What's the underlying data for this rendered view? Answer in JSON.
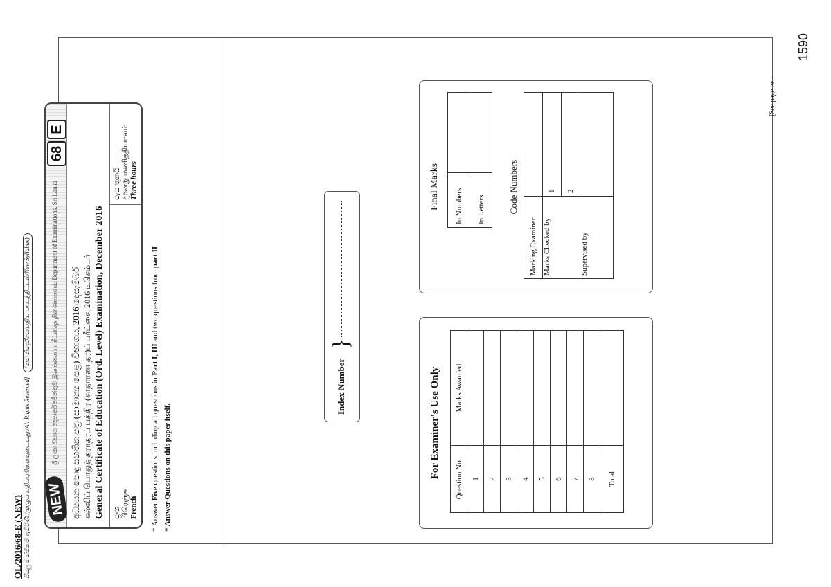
{
  "paper_code": "OL/2016/68-E (NEW)",
  "rights_line": "සියලු ම හිමිකම් ඇවිරිණි /முழுப் பதிப்புரிமையுடையது /All Rights Reserved]",
  "syllabus_pill": "(නව නිර්දේශය/புதிய பாடத்திட்டம்/New Syllabus)",
  "page_number": "1590",
  "header": {
    "new_badge": "NEW",
    "stripe_text": "ශ්‍රී ලංකා විභාග දෙපාර්තමේන්තුව இலங்கைப் பரீட்சைத் திணைக்களம் Department of Examinations, Sri Lanka",
    "code_number": "68",
    "code_letter": "E",
    "sinhala_line": "අධ්‍යයන පොදු සහතික පත්‍ර (සාමාන්‍ය පෙළ) විභාගය, 2016 දෙසැම්බර්",
    "tamil_line": "கல்விப் பொதுத் தராதரப் பத்திர (சாதாரண தர)ப் பரீட்சை, 2016 டிசெம்பர்",
    "english_line": "General Certificate of Education (Ord. Level) Examination, December 2016",
    "subject_si": "ප්‍රංශ",
    "subject_ta": "பிரெஞ்சு",
    "subject_en": "French",
    "time_si": "පැය තුනයි",
    "time_ta": "மூன்று மணித்தியாலம்",
    "time_en": "Three hours"
  },
  "instructions": {
    "line1_a": "* Answer ",
    "line1_bold1": "Five",
    "line1_b": " questions including all questions in ",
    "line1_bold2": "Part I, III",
    "line1_c": " and two questions from ",
    "line1_bold3": "part II",
    "line2": "* Answer Questions on this paper itself."
  },
  "index_label": "Index Number",
  "examiner": {
    "title": "For Examiner's Use Only",
    "col_q": "Question No.",
    "col_m": "Marks Awarded",
    "rows": [
      "1",
      "2",
      "3",
      "4",
      "5",
      "6",
      "7",
      "8"
    ],
    "total": "Total"
  },
  "final_marks": {
    "title": "Final Marks",
    "in_numbers": "In Numbers",
    "in_letters": "In Letters"
  },
  "code_numbers": {
    "title": "Code Numbers",
    "marking_examiner": "Marking Examiner",
    "marks_checked": "Marks Checked by",
    "one": "1",
    "two": "2",
    "supervised": "Supervised by"
  },
  "footer": "[See page two"
}
